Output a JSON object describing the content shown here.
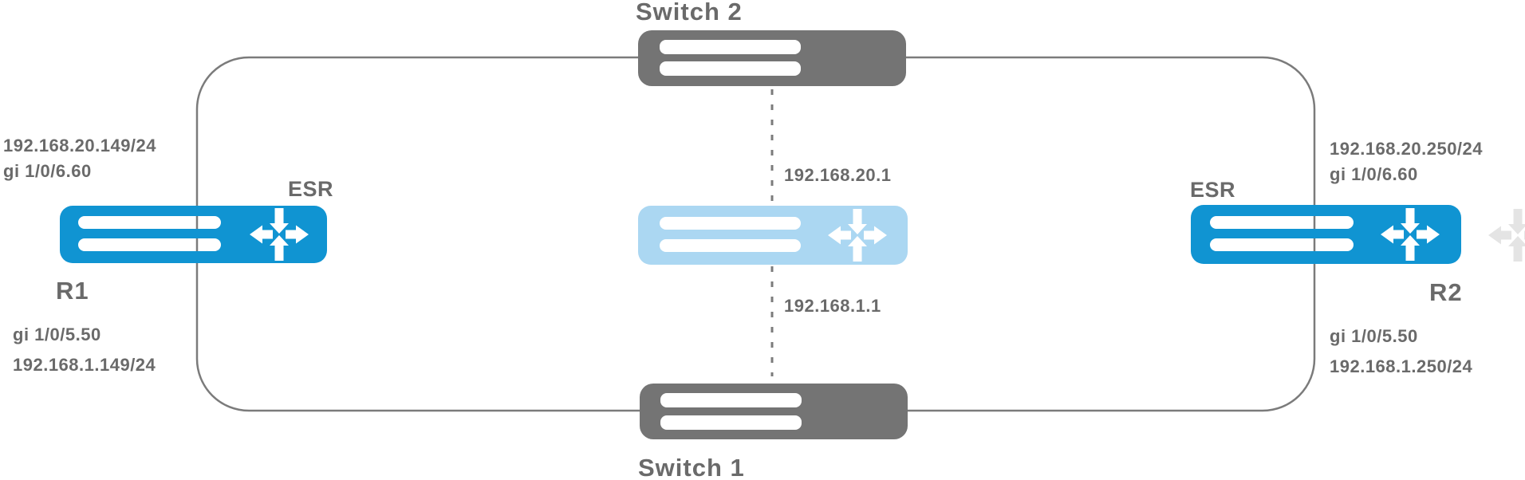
{
  "diagram_type": "network-topology-vrrp",
  "colors": {
    "router_blue": "#1094d2",
    "virtual_router_blue": "#abd7f2",
    "switch_gray": "#747474",
    "line_gray": "#7b7b7b",
    "text_gray": "#6a6a6a",
    "esr_label_blue": "#1095d3",
    "ghost_gray": "#e4e4e4"
  },
  "nodes": {
    "switch_top": {
      "label": "Switch 2"
    },
    "switch_bottom": {
      "label": "Switch 1"
    },
    "router_left": {
      "label": "R1",
      "device": "ESR",
      "if_top_ip": "192.168.20.149/24",
      "if_top_port": "gi 1/0/6.60",
      "if_bottom_port": "gi 1/0/5.50",
      "if_bottom_ip": "192.168.1.149/24"
    },
    "router_right": {
      "label": "R2",
      "device": "ESR",
      "if_top_ip": "192.168.20.250/24",
      "if_top_port": "gi 1/0/6.60",
      "if_bottom_port": "gi 1/0/5.50",
      "if_bottom_ip": "192.168.1.250/24"
    },
    "virtual_router": {
      "vip_top": "192.168.20.1",
      "vip_bottom": "192.168.1.1"
    }
  }
}
